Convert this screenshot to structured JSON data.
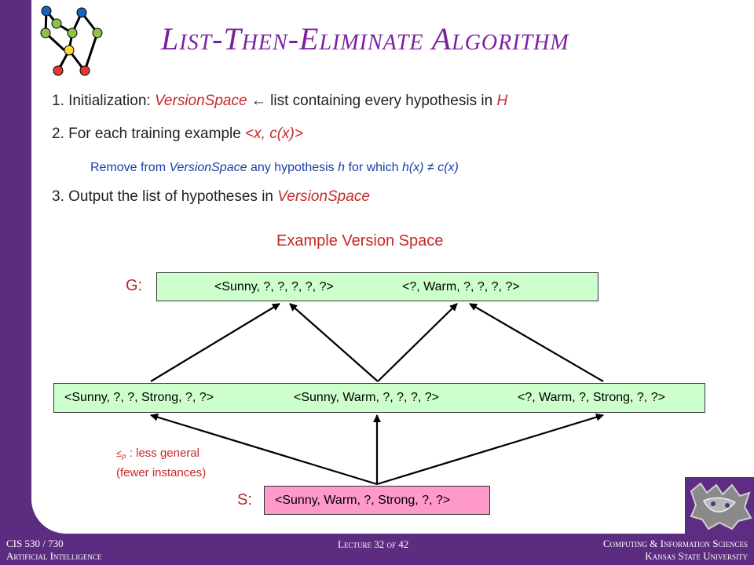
{
  "title": "List-Then-Eliminate Algorithm",
  "steps": {
    "s1_prefix": "1. Initialization: ",
    "s1_var": "VersionSpace",
    "s1_arrow": "←",
    "s1_mid": " list containing every hypothesis in ",
    "s1_h": "H",
    "s2_prefix": "2. For each training example ",
    "s2_var": "<x, c(x)>",
    "sub_prefix": "Remove from ",
    "sub_var": "VersionSpace",
    "sub_mid": " any hypothesis ",
    "sub_h": "h",
    "sub_mid2": " for which ",
    "sub_hx": "h(x)",
    "sub_ne": "≠",
    "sub_cx": "c(x)",
    "s3_prefix": "3. Output the list of hypotheses in ",
    "s3_var": "VersionSpace"
  },
  "version_space": {
    "title": "Example Version Space",
    "g_label": "G:",
    "s_label": "S:",
    "g_set": [
      "<Sunny, ?, ?, ?, ?, ?>",
      "<?, Warm, ?, ?, ?, ?>"
    ],
    "middle_set": [
      "<Sunny, ?, ?, Strong, ?, ?>",
      "<Sunny, Warm, ?, ?, ?, ?>",
      "<?, Warm, ?, Strong, ?, ?>"
    ],
    "s_set": [
      "<Sunny, Warm, ?, Strong, ?, ?>"
    ],
    "legend_symbol": "≤",
    "legend_sub": "P",
    "legend_line1": " : less general",
    "legend_line2": "(fewer instances)"
  },
  "footer": {
    "course": "CIS 530 / 730",
    "course_name": "Artificial Intelligence",
    "lecture": "Lecture 32 of 42",
    "dept": "Computing & Information Sciences",
    "university": "Kansas State University"
  },
  "colors": {
    "sidebar": "#5b2c7f",
    "title": "#7b1fa2",
    "accent_red": "#c62828",
    "sub_blue": "#1a3ea8",
    "g_box": "#ccffcc",
    "s_box": "#ff99cc"
  },
  "icons": {
    "logo": "graph-network-logo",
    "university_logo": "wildcat-logo"
  }
}
